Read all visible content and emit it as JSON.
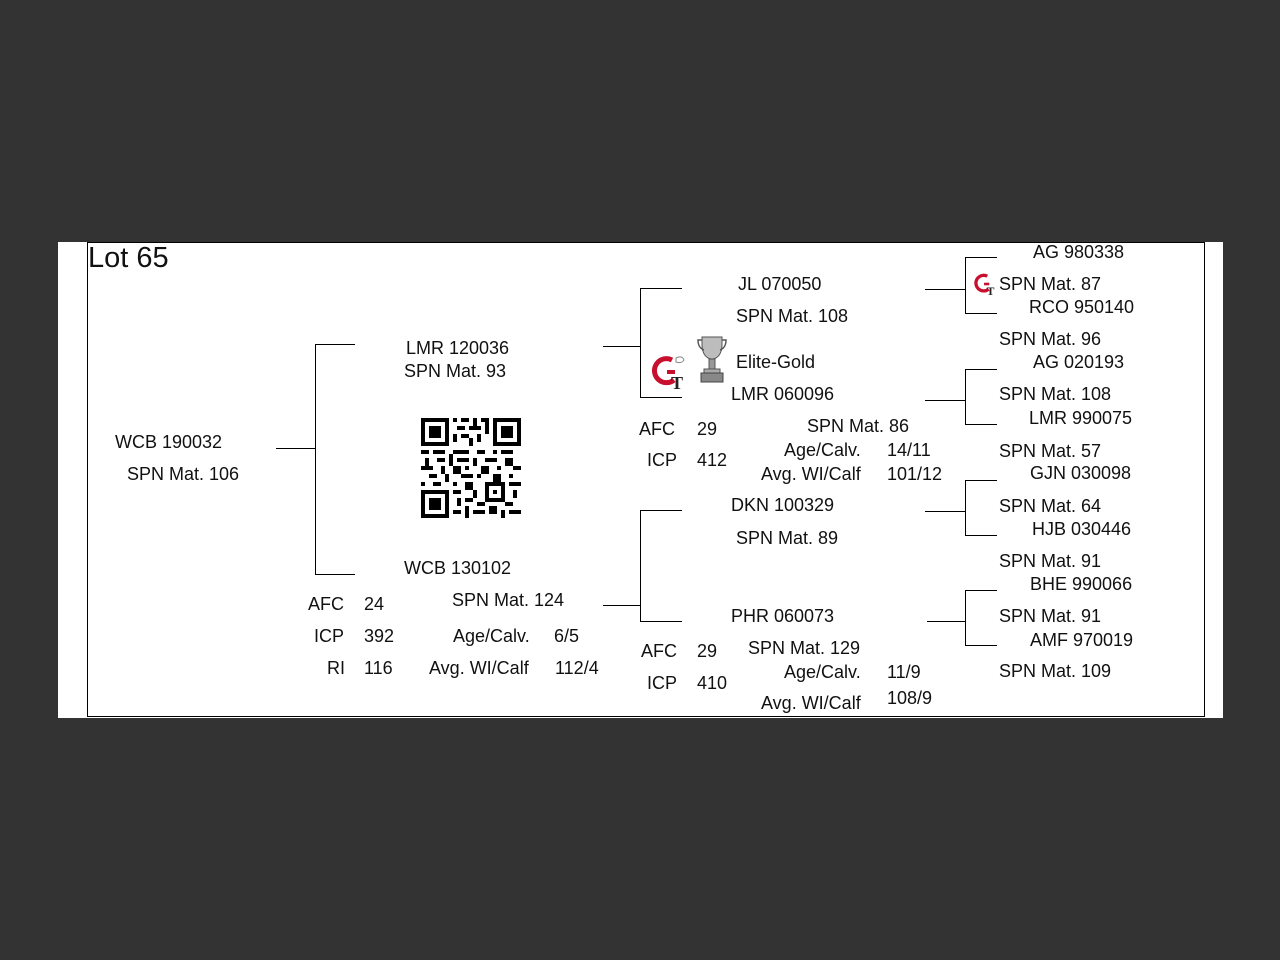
{
  "lot": {
    "title": "Lot 65"
  },
  "animal": {
    "id": "WCB 190032",
    "spn": "SPN Mat. 106"
  },
  "sire": {
    "id": "LMR 120036",
    "spn": "SPN Mat. 93",
    "sire": {
      "id": "JL  070050",
      "spn": "SPN Mat. 108"
    },
    "award": "Elite-Gold",
    "dam": {
      "id": "LMR 060096",
      "spn": "SPN Mat. 86",
      "age_label": "Age/Calv.",
      "age": "14/11",
      "wi_label": "Avg. WI/Calf",
      "wi": "101/12"
    },
    "afc_label": "AFC",
    "afc": "29",
    "icp_label": "ICP",
    "icp": "412"
  },
  "dam": {
    "id": "WCB 130102",
    "spn": "SPN Mat. 124",
    "afc_label": "AFC",
    "afc": "24",
    "icp_label": "ICP",
    "icp": "392",
    "ri_label": "RI",
    "ri": "116",
    "age_label": "Age/Calv.",
    "age": "6/5",
    "wi_label": "Avg. WI/Calf",
    "wi": "112/4",
    "sire": {
      "id": "DKN 100329",
      "spn": "SPN Mat. 89"
    },
    "dam": {
      "id": "PHR 060073",
      "spn": "SPN Mat. 129",
      "age_label": "Age/Calv.",
      "age": "11/9",
      "wi_label": "Avg. WI/Calf",
      "wi": "108/9"
    },
    "afc_label2": "AFC",
    "afc2": "29",
    "icp_label2": "ICP",
    "icp2": "410"
  },
  "gen4": [
    {
      "id": "AG  980338",
      "spn": "SPN Mat. 87"
    },
    {
      "id": "RCO 950140",
      "spn": "SPN Mat. 96"
    },
    {
      "id": "AG  020193",
      "spn": "SPN Mat. 108"
    },
    {
      "id": "LMR 990075",
      "spn": "SPN Mat. 57"
    },
    {
      "id": "GJN 030098",
      "spn": "SPN Mat. 64"
    },
    {
      "id": "HJB 030446",
      "spn": "SPN Mat. 91"
    },
    {
      "id": "BHE 990066",
      "spn": "SPN Mat. 91"
    },
    {
      "id": "AMF 970019",
      "spn": "SPN Mat. 109"
    }
  ],
  "icons": {
    "brand": "gt-logo-icon",
    "trophy": "trophy-icon",
    "qr": "qr-code"
  }
}
